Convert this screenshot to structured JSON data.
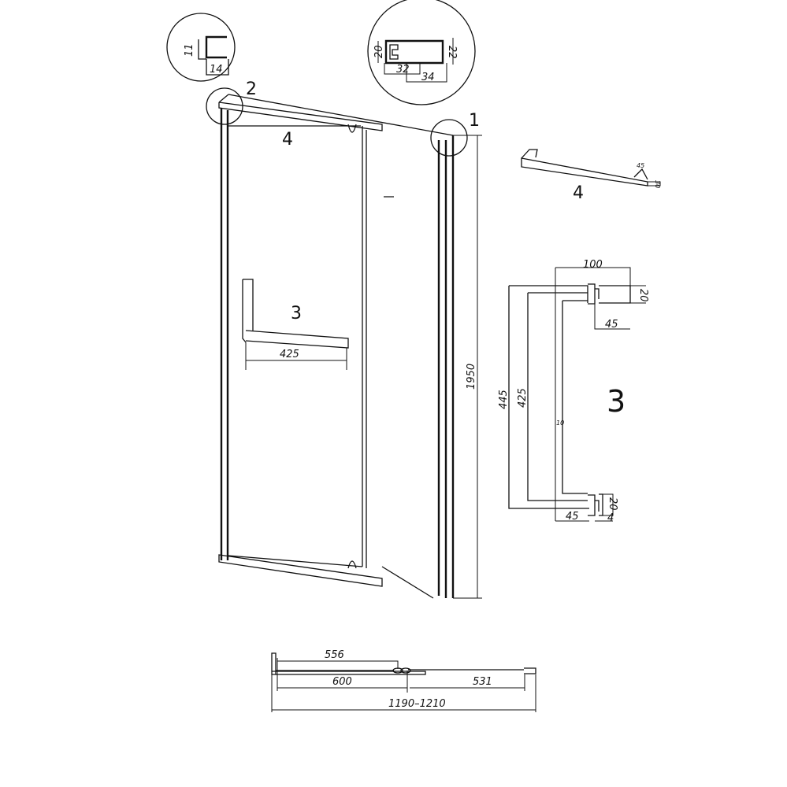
{
  "callouts": {
    "profile_1": "1",
    "profile_2": "2",
    "handle": "3",
    "top_rail": "4"
  },
  "detail_2": {
    "height": "11",
    "width": "14"
  },
  "detail_1": {
    "left_height": "20",
    "right_height": "22",
    "inner_width": "32",
    "outer_width": "34"
  },
  "main_view": {
    "handle_length": "425",
    "overall_height": "1950"
  },
  "detail_4": {
    "label": "4",
    "angle_dim": "45",
    "section_dim": "30"
  },
  "detail_3": {
    "label": "3",
    "top_width": "100",
    "top_post_height": "20",
    "top_post_depth": "45",
    "outer_length": "445",
    "inner_length": "425",
    "bar_thickness": "10",
    "bottom_depth": "45",
    "bottom_post_height": "20",
    "bottom_gap": "4"
  },
  "plan_view": {
    "door_opening": "556",
    "door_width": "600",
    "fixed_width": "531",
    "total_width": "1190–1210"
  }
}
